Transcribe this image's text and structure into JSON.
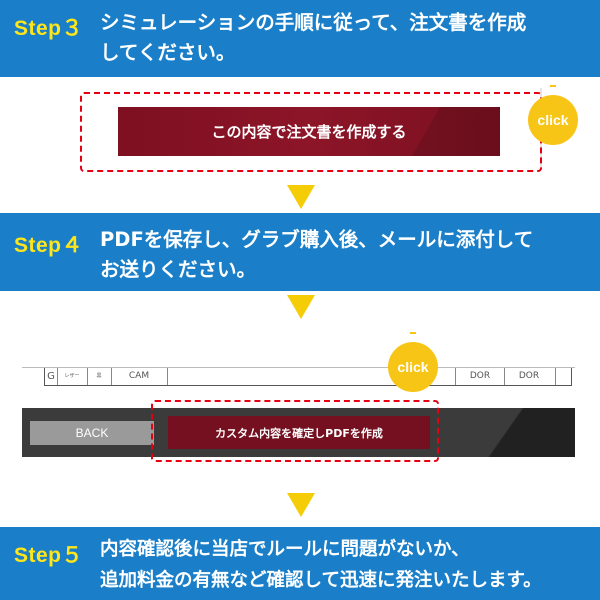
{
  "colors": {
    "banner": "#1a7fc8",
    "step_label": "#ffe61a",
    "arrow": "#f5cd07",
    "dashed": "#e60012",
    "click_badge": "#f7c516",
    "button": "#7d1021"
  },
  "step3": {
    "label": "Step３",
    "line1": "シミュレーションの手順に従って、注文書を作成",
    "line2": "してください。",
    "create_button": "この内容で注文書を作成する",
    "click": "click"
  },
  "step4": {
    "label": "Step４",
    "line1": "PDFを保存し、グラブ購入後、メールに添付して",
    "line2": "お送りください。",
    "form": {
      "rz_label": "レザー",
      "blk_label": "黒",
      "cam": "CAM",
      "dor1": "DOR",
      "dor2": "DOR",
      "radio": "G"
    },
    "back_button": "BACK",
    "pdf_button": "カスタム内容を確定しPDFを作成",
    "click": "click"
  },
  "step5": {
    "label": "Step５",
    "line1": "内容確認後に当店でルールに問題がないか、",
    "line2": "追加料金の有無など確認して迅速に発注いたします。"
  },
  "icons": {
    "arrow": "down-triangle-icon",
    "click": "click-badge-icon"
  }
}
